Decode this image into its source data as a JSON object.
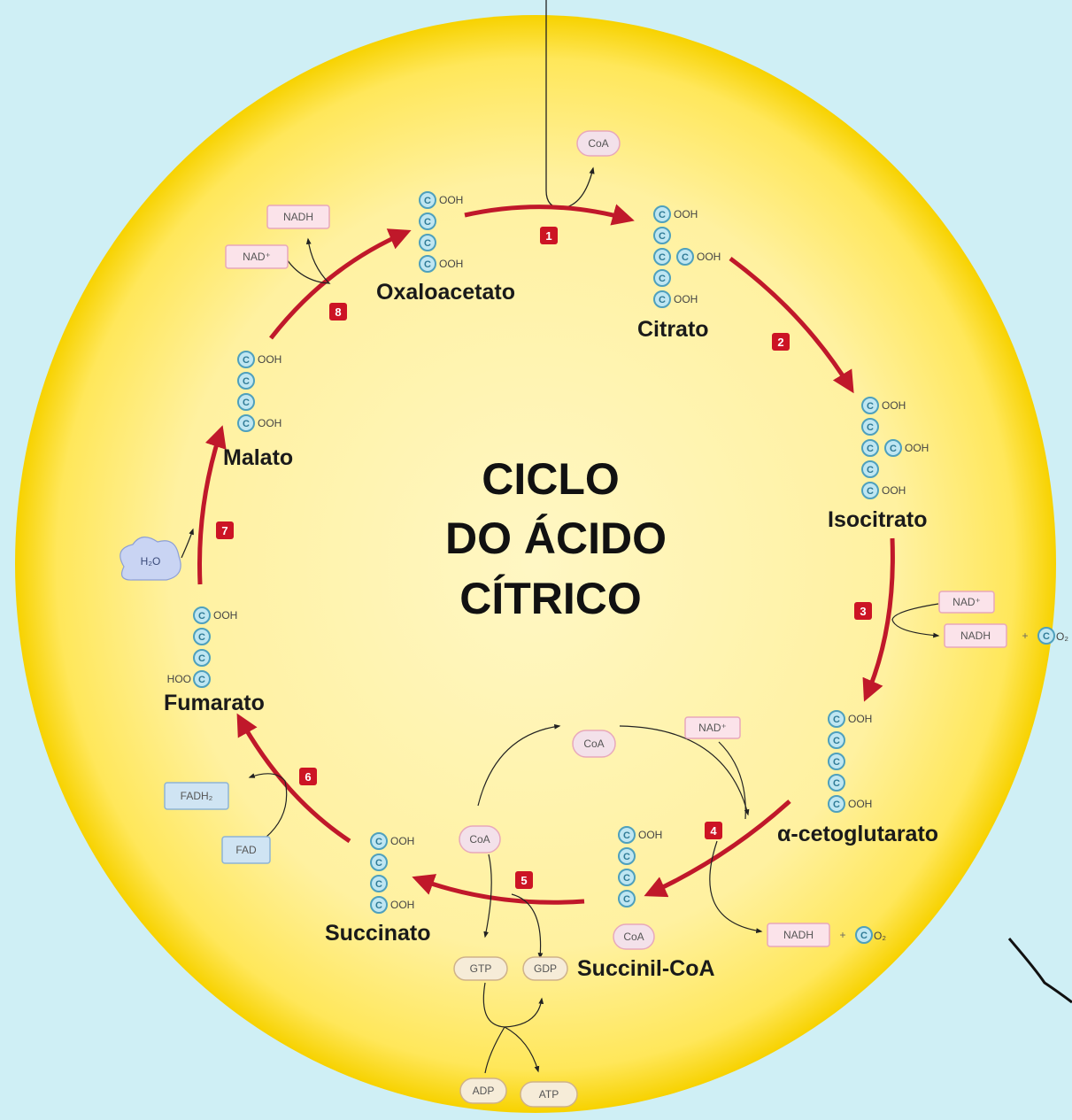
{
  "title_lines": [
    "CICLO",
    "DO ÁCIDO",
    "CÍTRICO"
  ],
  "metabolites": {
    "oxaloacetato": "Oxaloacetato",
    "citrato": "Citrato",
    "isocitrato": "Isocitrato",
    "alfa_cetoglutarato": "α-cetoglutarato",
    "succinil_coa": "Succinil-CoA",
    "succinato": "Succinato",
    "fumarato": "Fumarato",
    "malato": "Malato"
  },
  "step_numbers": [
    "1",
    "2",
    "3",
    "4",
    "5",
    "6",
    "7",
    "8"
  ],
  "groups": {
    "ooh": "OOH",
    "hoo": "HOO",
    "carbon": "C"
  },
  "cofactors": {
    "coa": "CoA",
    "nad_plus": "NAD⁺",
    "nadh": "NADH",
    "co2_plus": "+",
    "co2_sub": "O₂",
    "fadh2": "FADH₂",
    "fad": "FAD",
    "h2o": "H₂O",
    "gtp": "GTP",
    "gdp": "GDP",
    "adp": "ADP",
    "atp": "ATP"
  },
  "colors": {
    "background": "#cfeff5",
    "disc": "#fff2a8",
    "disc_edge": "#ffe03a",
    "cycle_arrow": "#c0182a",
    "step_box": "#cc1424",
    "carbon_fill": "#bfe6f2",
    "carbon_stroke": "#4ea0bd",
    "nad_fill": "#fbe3ea",
    "nad_stroke": "#e8a8bb",
    "coa_fill": "#f3e1ea",
    "fad_fill": "#cfe4f3",
    "fad_stroke": "#8db4d6",
    "gtp_fill": "#f6ecd8",
    "gtp_stroke": "#cfb28a",
    "water_fill": "#c9d4f3"
  }
}
